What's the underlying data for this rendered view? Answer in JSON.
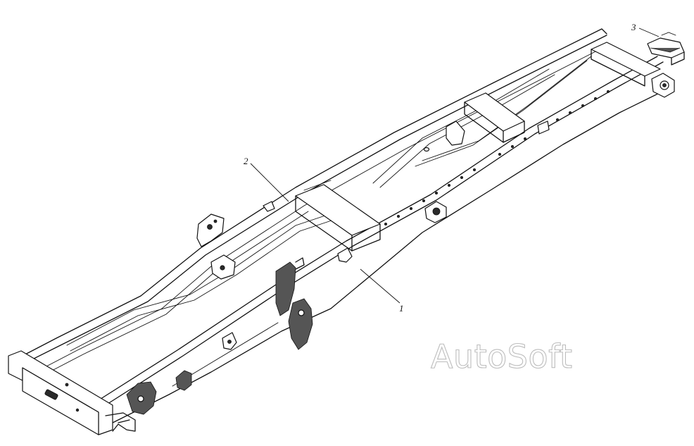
{
  "callouts": [
    {
      "label": "1"
    },
    {
      "label": "2"
    },
    {
      "label": "3"
    }
  ],
  "watermark": "AutoSoft"
}
